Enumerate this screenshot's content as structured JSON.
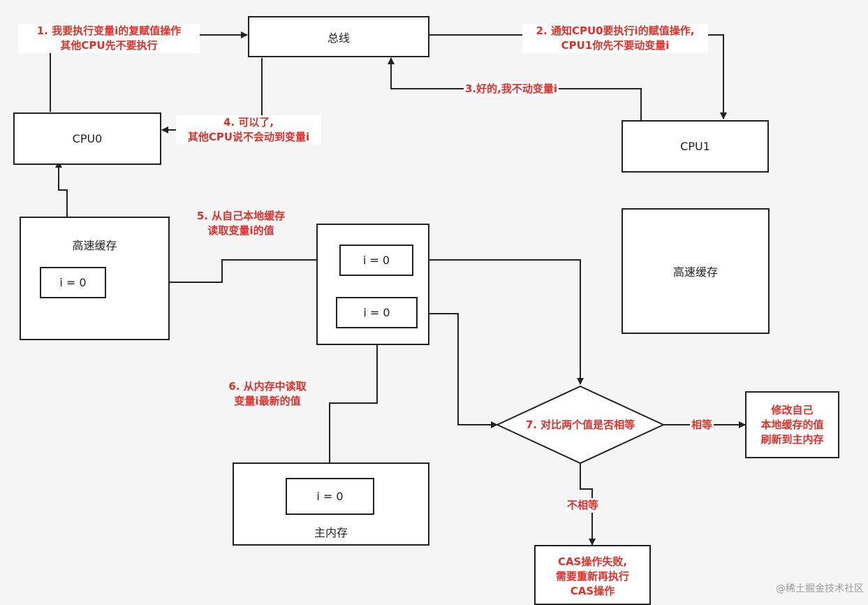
{
  "nodes": {
    "bus": "总线",
    "cpu0": "CPU0",
    "cpu1": "CPU1",
    "cache_left_label": "高速缓存",
    "cache_left_value": "i = 0",
    "cache_right_label": "高速缓存",
    "compare_top_value": "i = 0",
    "compare_bottom_value": "i = 0",
    "memory_value": "i = 0",
    "memory_label": "主内存",
    "decision": "7. 对比两个值是否相等",
    "success": [
      "修改自己",
      "本地缓存的值",
      "刷新到主内存"
    ],
    "failure": [
      "CAS操作失败,",
      "需要重新再执行",
      "CAS操作"
    ]
  },
  "steps": {
    "step1": [
      "1. 我要执行变量i的复赋值操作",
      "其他CPU先不要执行"
    ],
    "step2": [
      "2. 通知CPU0要执行i的赋值操作,",
      "CPU1你先不要动变量i"
    ],
    "step3": "3.好的,我不动变量i",
    "step4": [
      "4. 可以了,",
      "其他CPU说不会动到变量i"
    ],
    "step5": [
      "5. 从自己本地缓存",
      "读取变量i的值"
    ],
    "step6": [
      "6. 从内存中读取",
      "变量i最新的值"
    ]
  },
  "edges": {
    "equal": "相等",
    "not_equal": "不相等"
  },
  "watermark": "@稀土掘金技术社区",
  "colors": {
    "annotation": "#e0302a",
    "line": "#222222",
    "box_fill": "#ffffff",
    "background": "#f5f5f5"
  }
}
